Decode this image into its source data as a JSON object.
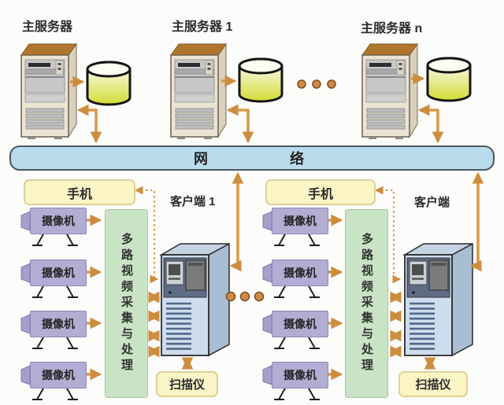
{
  "diagram_type": "distributed video surveillance system architecture",
  "servers": {
    "groups": [
      {
        "label": "主服务器"
      },
      {
        "label": "主服务器 1"
      },
      {
        "label": "主服务器 n"
      }
    ],
    "ellipsis": "…"
  },
  "network": {
    "label_parts": [
      "网",
      "络"
    ]
  },
  "clients": [
    {
      "title": "客户端 1",
      "phone_label": "手机",
      "camera_labels": [
        "摄像机",
        "摄像机",
        "摄像机",
        "摄像机"
      ],
      "processor_label": "多路视频采集与处理",
      "scanner_label": "扫描仪"
    },
    {
      "title": "客户端",
      "phone_label": "手机",
      "camera_labels": [
        "摄像机",
        "摄像机",
        "摄像机",
        "摄像机"
      ],
      "processor_label": "多路视频采集与处理",
      "scanner_label": "扫描仪"
    }
  ],
  "clients_ellipsis": "…",
  "icons": {
    "server": "server-tower-icon",
    "database": "database-cylinder-icon",
    "camera": "video-camera-icon",
    "workstation": "pc-tower-icon",
    "link_solid": "orange-arrow",
    "link_wireless": "dotted-arrow"
  },
  "colors": {
    "arrow": "#d79b48",
    "arrowhead": "#cd8d3e",
    "network_fill": "#b8dcec",
    "yellow_box_fill": "#fbf5c6",
    "camera_box_fill": "#b2aed3",
    "processor_fill": "#c9e3c5",
    "database_yellow": "#d3dc35",
    "server_body": "#ece4d3",
    "server_top": "#b0762d",
    "pc_front": "#cddded"
  }
}
